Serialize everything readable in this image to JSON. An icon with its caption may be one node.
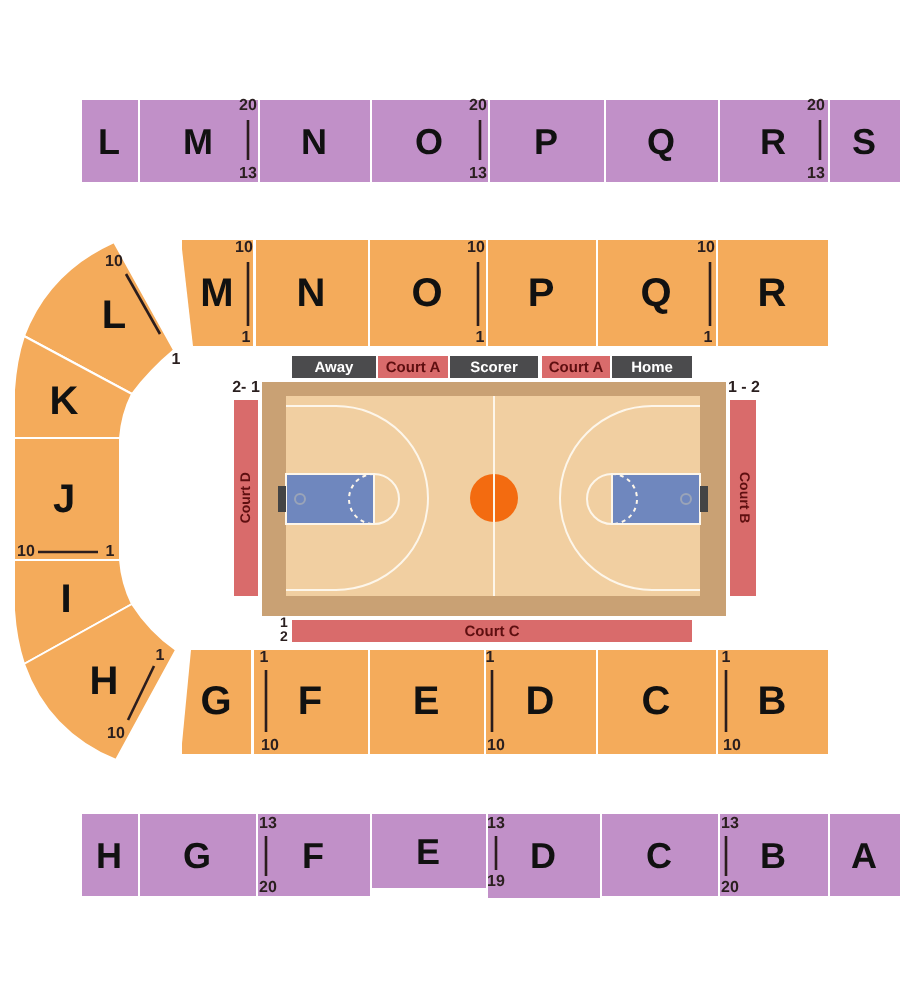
{
  "diagram": {
    "nodes": [
      {
        "text": [
          "L"
        ]
      },
      {
        "text": [
          "M"
        ]
      },
      {
        "text": [
          "N"
        ]
      },
      {
        "text": [
          "O"
        ]
      },
      {
        "text": [
          "P"
        ]
      },
      {
        "text": [
          "Q"
        ]
      },
      {
        "text": [
          "R"
        ]
      },
      {
        "text": [
          "S"
        ]
      },
      {
        "text": [
          "L"
        ]
      },
      {
        "text": [
          "M"
        ]
      },
      {
        "text": [
          "N"
        ]
      },
      {
        "text": [
          "O"
        ]
      },
      {
        "text": [
          "P"
        ]
      },
      {
        "text": [
          "Q"
        ]
      },
      {
        "text": [
          "R"
        ]
      },
      {
        "text": [
          "Away"
        ]
      },
      {
        "text": [
          "Court A"
        ]
      },
      {
        "text": [
          "Scorer"
        ]
      },
      {
        "text": [
          "Court A"
        ]
      },
      {
        "text": [
          "Home"
        ]
      },
      {
        "text": [
          "K"
        ]
      },
      {
        "text": [
          "J"
        ]
      },
      {
        "text": [
          "I"
        ]
      },
      {
        "text": [
          "H"
        ]
      },
      {
        "text": [
          "Court D"
        ]
      },
      {
        "text": [
          "Court B"
        ]
      },
      {
        "text": [
          "Court C"
        ]
      },
      {
        "text": [
          "G"
        ]
      },
      {
        "text": [
          "F"
        ]
      },
      {
        "text": [
          "E"
        ]
      },
      {
        "text": [
          "D"
        ]
      },
      {
        "text": [
          "C"
        ]
      },
      {
        "text": [
          "B"
        ]
      },
      {
        "text": [
          "H"
        ]
      },
      {
        "text": [
          "G"
        ]
      },
      {
        "text": [
          "F"
        ]
      },
      {
        "text": [
          "E"
        ]
      },
      {
        "text": [
          "D"
        ]
      },
      {
        "text": [
          "C"
        ]
      },
      {
        "text": [
          "B"
        ]
      },
      {
        "text": [
          "A"
        ]
      }
    ],
    "labels": [
      "20",
      "13",
      "20",
      "13",
      "20",
      "13",
      "10",
      "1",
      "10",
      "1",
      "10",
      "1",
      "10",
      "1",
      "2- 1",
      "1 - 2",
      "10",
      "1",
      "1",
      "2",
      "1",
      "10",
      "1",
      "10",
      "1",
      "10",
      "1",
      "10",
      "13",
      "20",
      "13",
      "19",
      "13",
      "20"
    ]
  }
}
